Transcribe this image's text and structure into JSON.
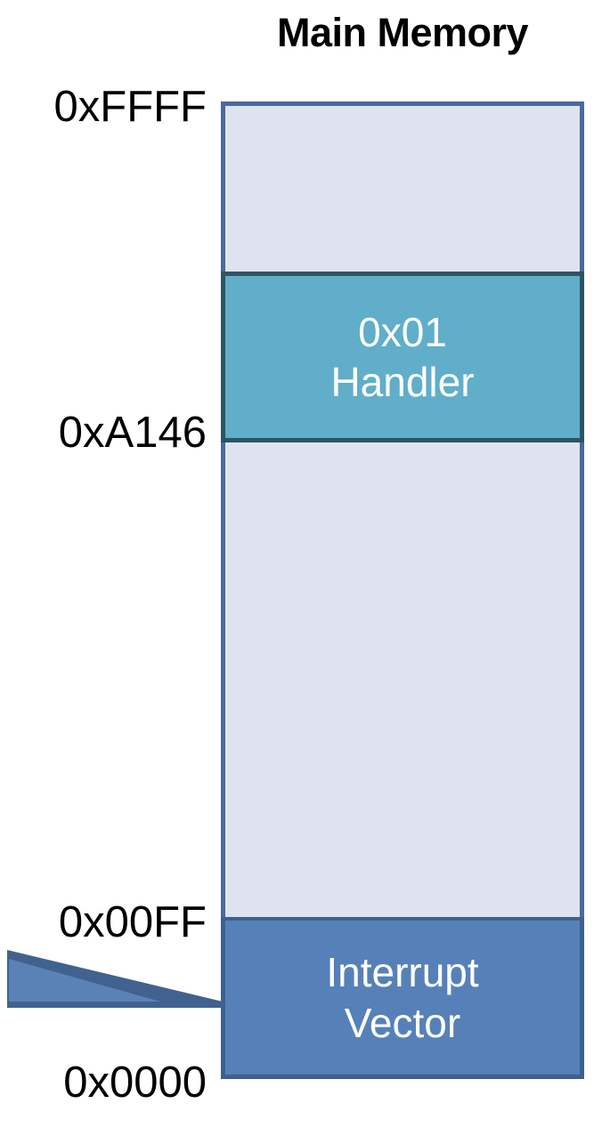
{
  "title": "Main Memory",
  "memory_map": {
    "address_labels": [
      {
        "id": "top",
        "text": "0xFFFF"
      },
      {
        "id": "handler-base",
        "text": "0xA146"
      },
      {
        "id": "vector-top",
        "text": "0x00FF"
      },
      {
        "id": "bottom",
        "text": "0x0000"
      }
    ],
    "regions": [
      {
        "id": "free-high",
        "label": "",
        "fill": "#dfe3ef",
        "border": "#4a6a9e",
        "text_color": "#000000"
      },
      {
        "id": "handler",
        "label_line1": "0x01",
        "label_line2": "Handler",
        "fill": "#60aeca",
        "border": "#2e5463",
        "text_color": "#ffffff"
      },
      {
        "id": "free-low",
        "label": "",
        "fill": "#dfe3ef",
        "border": "#4a6a9e",
        "text_color": "#000000"
      },
      {
        "id": "interrupt-vector",
        "label_line1": "Interrupt",
        "label_line2": "Vector",
        "fill": "#5681b8",
        "border": "#3f608c",
        "text_color": "#ffffff"
      }
    ]
  },
  "arrow": {
    "name": "tapered-wedge-pointer",
    "fill_light": "#5b82b6",
    "fill_dark": "#41628f",
    "points_to": "interrupt-vector"
  },
  "colors": {
    "background": "#ffffff",
    "title_text": "#000000",
    "memory_fill": "#dfe3ef",
    "memory_border": "#4a6a9e",
    "handler_fill": "#60aeca",
    "handler_border": "#2e5463",
    "vector_fill": "#5681b8"
  }
}
